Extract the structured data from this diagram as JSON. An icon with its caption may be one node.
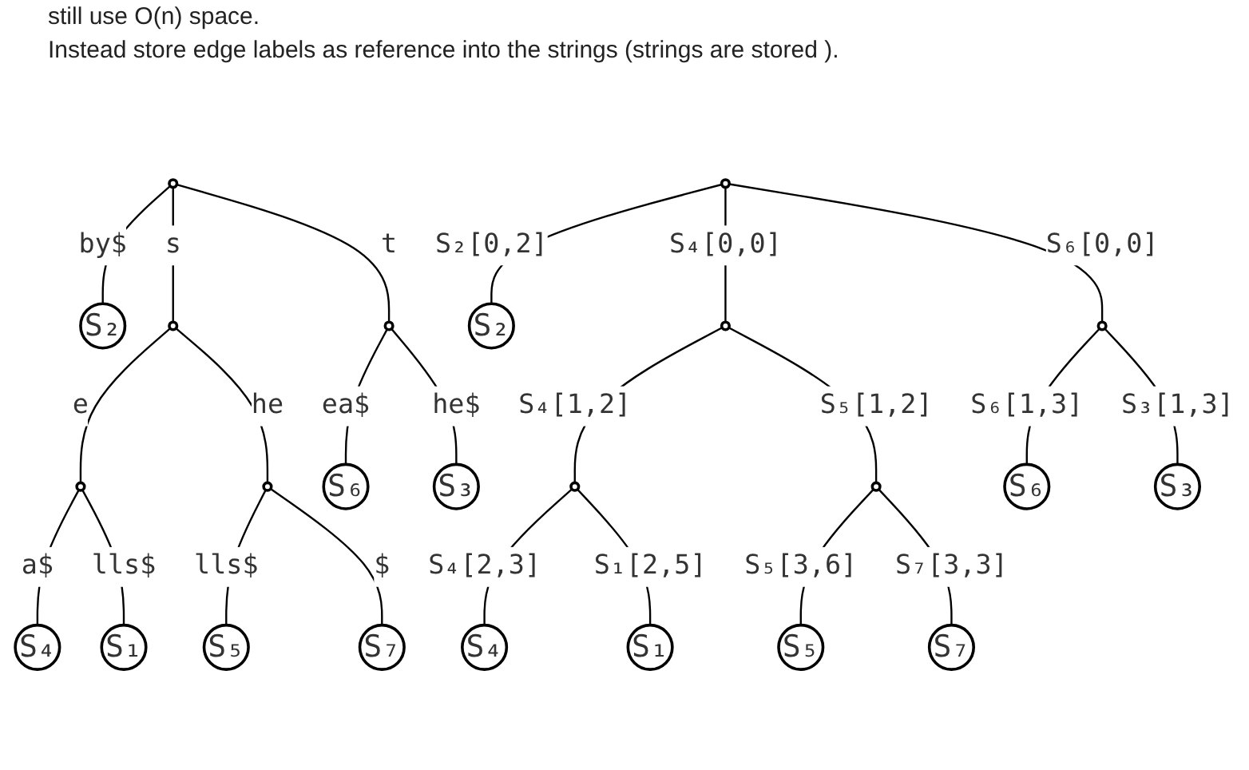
{
  "diagram": {
    "nodes": [
      {
        "text": [],
        "shape": "circle"
      },
      {
        "text": [
          "S₂"
        ]
      },
      {
        "text": [],
        "shape": "circle"
      },
      {
        "text": [],
        "shape": "circle"
      },
      {
        "text": [],
        "shape": "circle"
      },
      {
        "text": [],
        "shape": "circle"
      },
      {
        "text": [
          "S₄"
        ]
      },
      {
        "text": [
          "S₁"
        ]
      },
      {
        "text": [
          "S₅"
        ]
      },
      {
        "text": [
          "S₇"
        ]
      },
      {
        "text": [
          "S₆"
        ]
      },
      {
        "text": [
          "S₃"
        ]
      },
      {
        "text": [],
        "shape": "circle"
      },
      {
        "text": [
          "S₂"
        ]
      },
      {
        "text": [],
        "shape": "circle"
      },
      {
        "text": [],
        "shape": "circle"
      },
      {
        "text": [],
        "shape": "circle"
      },
      {
        "text": [],
        "shape": "circle"
      },
      {
        "text": [
          "S₄"
        ]
      },
      {
        "text": [
          "S₁"
        ]
      },
      {
        "text": [
          "S₅"
        ]
      },
      {
        "text": [
          "S₇"
        ]
      },
      {
        "text": [
          "S₆"
        ]
      },
      {
        "text": [
          "S₃"
        ]
      }
    ],
    "edges": [
      {
        "from": 0,
        "to": 1,
        "arrow": "none",
        "label": "by$"
      },
      {
        "from": 0,
        "to": 2,
        "arrow": "none",
        "label": "s"
      },
      {
        "from": 0,
        "to": 3,
        "arrow": "none",
        "label": "t"
      },
      {
        "from": 2,
        "to": 4,
        "arrow": "none",
        "label": "e"
      },
      {
        "from": 2,
        "to": 5,
        "arrow": "none",
        "label": "he"
      },
      {
        "from": 4,
        "to": 6,
        "arrow": "none",
        "label": "a$"
      },
      {
        "from": 4,
        "to": 7,
        "arrow": "none",
        "label": "lls$"
      },
      {
        "from": 5,
        "to": 8,
        "arrow": "none",
        "label": "lls$"
      },
      {
        "from": 5,
        "to": 9,
        "arrow": "none",
        "label": "$"
      },
      {
        "from": 3,
        "to": 10,
        "arrow": "none",
        "label": "ea$"
      },
      {
        "from": 3,
        "to": 11,
        "arrow": "none",
        "label": "he$"
      },
      {
        "from": 12,
        "to": 13,
        "arrow": "none",
        "label": "S₂[0,2]"
      },
      {
        "from": 12,
        "to": 14,
        "arrow": "none",
        "label": "S₄[0,0]"
      },
      {
        "from": 12,
        "to": 15,
        "arrow": "none",
        "label": "S₆[0,0]"
      },
      {
        "from": 14,
        "to": 16,
        "arrow": "none",
        "label": "S₄[1,2]"
      },
      {
        "from": 14,
        "to": 17,
        "arrow": "none",
        "label": "S₅[1,2]"
      },
      {
        "from": 16,
        "to": 18,
        "arrow": "none",
        "label": "S₄[2,3]"
      },
      {
        "from": 16,
        "to": 19,
        "arrow": "none",
        "label": "S₁[2,5]"
      },
      {
        "from": 17,
        "to": 20,
        "arrow": "none",
        "label": "S₅[3,6]"
      },
      {
        "from": 17,
        "to": 21,
        "arrow": "none",
        "label": "S₇[3,3]"
      },
      {
        "from": 15,
        "to": 22,
        "arrow": "none",
        "label": "S₆[1,3]"
      },
      {
        "from": 15,
        "to": 23,
        "arrow": "none",
        "label": "S₃[1,3]"
      }
    ],
    "labels": [
      "still use O(n) space.",
      "Instead store edge labels as reference into the strings (strings are stored )."
    ]
  }
}
